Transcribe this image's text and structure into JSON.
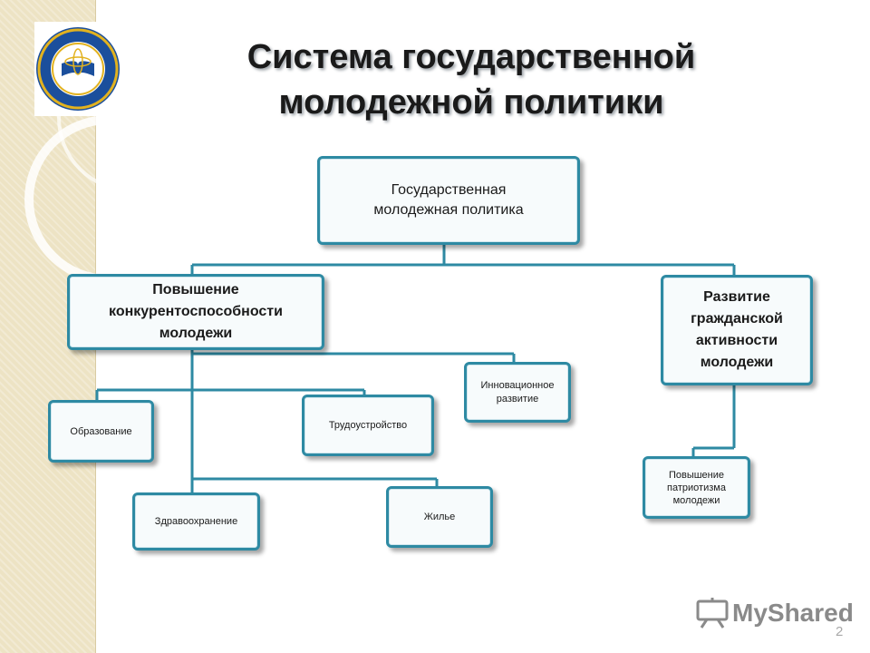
{
  "slide": {
    "title_line1": "Система государственной",
    "title_line2": "молодежной политики",
    "page_number": "2"
  },
  "diagram": {
    "root": {
      "lines": [
        "Государственная",
        "молодежная политика"
      ]
    },
    "branch_competitiveness": {
      "lines": [
        "Повышение",
        "конкурентоспособности",
        "молодежи"
      ]
    },
    "branch_civic": {
      "lines": [
        "Развитие",
        "гражданской",
        "активности",
        "молодежи"
      ]
    },
    "leaf_education": {
      "label": "Образование"
    },
    "leaf_employment": {
      "label": "Трудоустройство"
    },
    "leaf_innovation": {
      "lines": [
        "Инновационное",
        "развитие"
      ]
    },
    "leaf_healthcare": {
      "label": "Здравоохранение"
    },
    "leaf_housing": {
      "label": "Жилье"
    },
    "leaf_patriotism": {
      "lines": [
        "Повышение",
        "патриотизма",
        "молодежи"
      ]
    }
  },
  "watermark": {
    "text": "MyShared",
    "icon": "presentation-board-icon"
  },
  "logo": {
    "icon": "ministry-emblem-icon"
  },
  "colors": {
    "box_border": "#2e8aa3",
    "connector": "#2e8aa3",
    "side_strip": "#ede3c4",
    "logo_blue": "#1b4f9c",
    "logo_gold": "#e2b21f"
  }
}
